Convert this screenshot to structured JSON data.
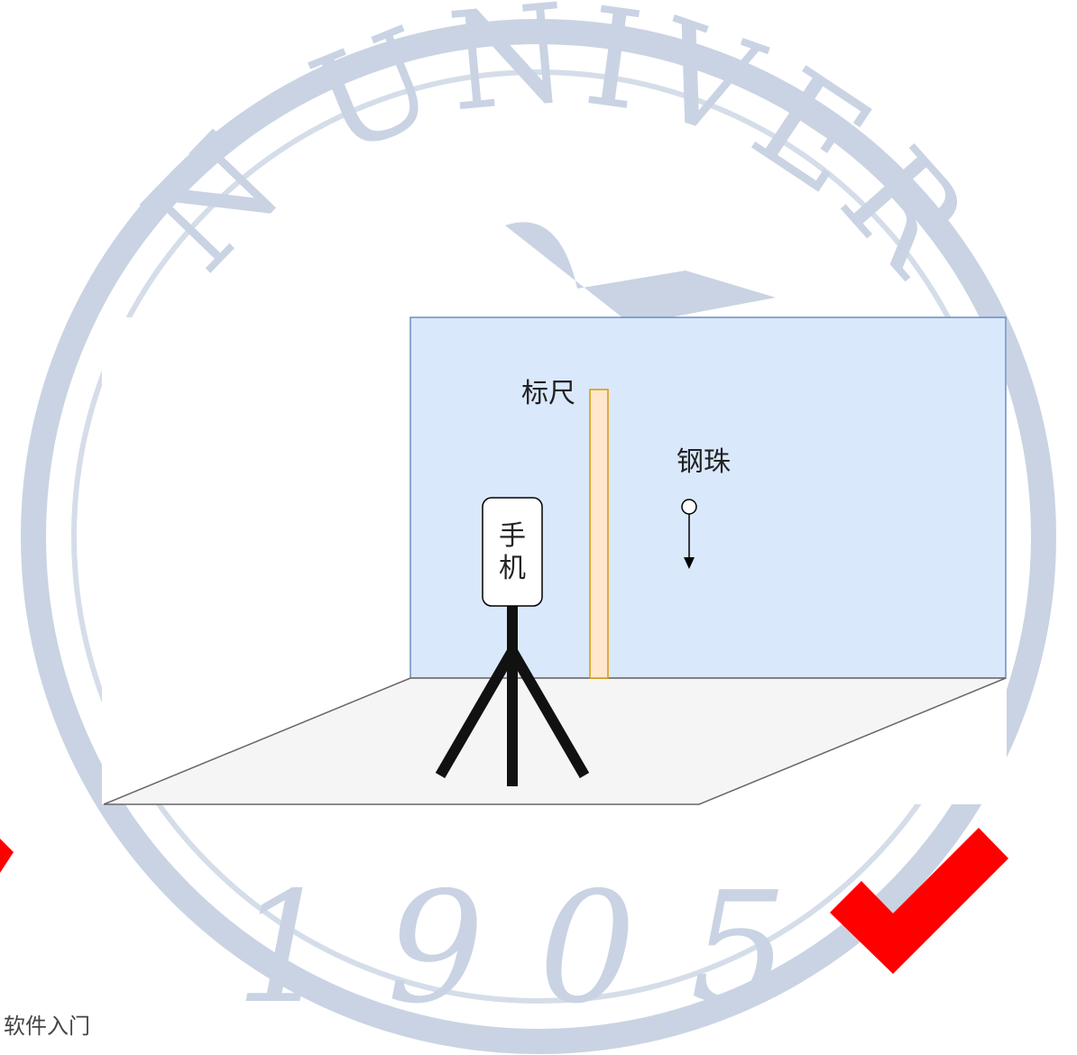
{
  "watermark": {
    "arc_text": "N UNIVER",
    "year": "1905",
    "color": "#c9d3e3"
  },
  "diagram": {
    "labels": {
      "ruler": "标尺",
      "ball": "钢珠",
      "phone_line1": "手",
      "phone_line2": "机"
    },
    "colors": {
      "wall_fill": "#dae8fc",
      "wall_stroke": "#6c8ebf",
      "floor_fill": "#f5f5f5",
      "floor_stroke": "#666666",
      "ruler_fill": "#ffe6cc",
      "ruler_stroke": "#d79b00",
      "tripod": "#111111",
      "check": "#ff0000"
    }
  },
  "footer": {
    "caption": "软件入门"
  },
  "icons": [
    "checkmark-icon",
    "partial-checkmark-icon"
  ]
}
